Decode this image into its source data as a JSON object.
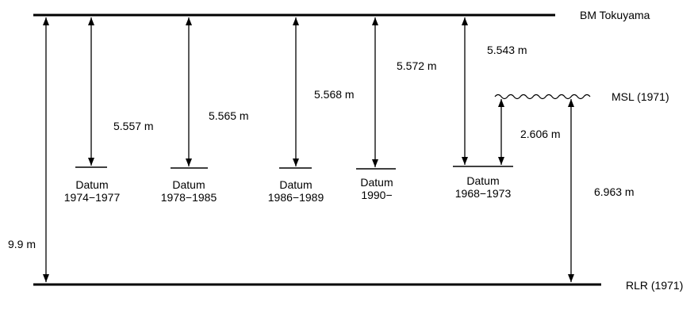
{
  "references": {
    "top": "BM Tokuyama",
    "msl": "MSL (1971)",
    "bottom": "RLR (1971)"
  },
  "datums": [
    {
      "line1": "Datum",
      "line2": "1974−1977",
      "distance": "5.557 m"
    },
    {
      "line1": "Datum",
      "line2": "1978−1985",
      "distance": "5.565 m"
    },
    {
      "line1": "Datum",
      "line2": "1986−1989",
      "distance": "5.568 m"
    },
    {
      "line1": "Datum",
      "line2": "1990−",
      "distance": "5.572 m"
    },
    {
      "line1": "Datum",
      "line2": "1968−1973",
      "distance": "5.543 m"
    }
  ],
  "measurements": {
    "total": "9.9 m",
    "datum_to_msl": "2.606 m",
    "msl_to_rlr": "6.963 m"
  }
}
